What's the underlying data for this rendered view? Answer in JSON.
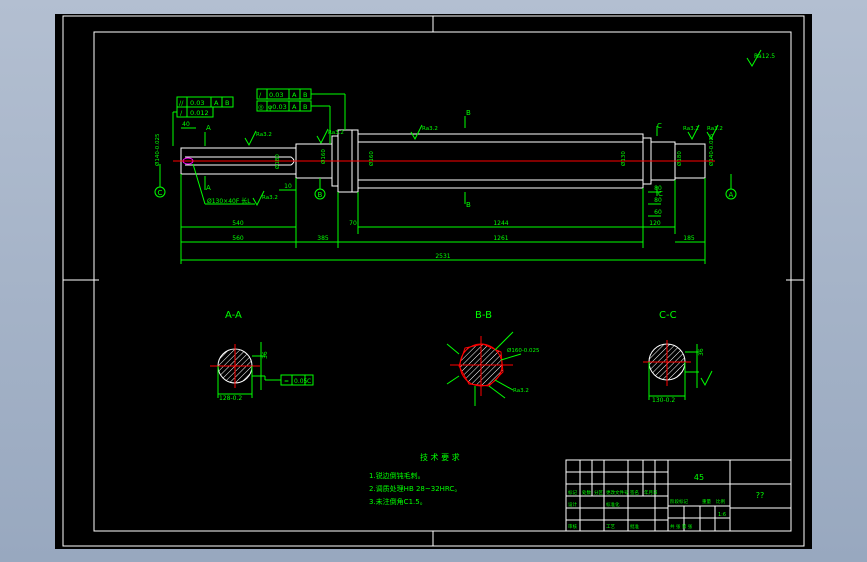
{
  "colors": {
    "background": "#000000",
    "frame": "#ffffff",
    "outline": "#ffffff",
    "dimension": "#00ff00",
    "centerline": "#ff0000",
    "hatch": "#ffffff",
    "text": "#00ff00"
  },
  "drawing": {
    "roughness_general": "Ra12.5",
    "sections": {
      "aa": "A-A",
      "bb": "B-B",
      "cc": "C-C"
    },
    "cut_labels": {
      "a": "A",
      "b": "B",
      "c": "C"
    },
    "datums": {
      "c_left": "C",
      "b_mid": "B",
      "a_right": "A"
    },
    "tolerance_frames": {
      "left_row1": [
        "//",
        "0.03",
        "A",
        "B"
      ],
      "left_row2": [
        "/",
        "0.012"
      ],
      "mid_row1": [
        "/",
        "0.03",
        "A",
        "B"
      ],
      "mid_row2": [
        "◎",
        "φ0.03",
        "A",
        "B"
      ],
      "aa_frame": [
        "=",
        "0.05",
        "C"
      ]
    },
    "dimensions": {
      "d540": "540",
      "d560": "560",
      "d385": "385",
      "d1244": "1244",
      "d1261": "1261",
      "d120": "120",
      "d185": "185",
      "d2531": "2531",
      "d10": "10",
      "d70": "70",
      "d40": "40",
      "d80a": "80",
      "d80b": "80",
      "d60": "60"
    },
    "callouts": {
      "keyway": "Ø130×40F 长L",
      "ra_left": "Ra3.2",
      "ra_keyway": "Ra3.2",
      "ra_mid_left": "Ra3.2",
      "ra_mid": "Ra3.2",
      "ra_right": "Ra3.2",
      "ra_right2": "Ra3.2",
      "dia_left": "Ø140-0.025",
      "dia_mid1": "Ø180",
      "dia_mid2": "Ø160",
      "dia_body": "Ø160",
      "dia_right1": "Ø130",
      "dia_right2": "Ø180",
      "dia_right_end": "Ø140-0.025",
      "hex_size": "Ø160-0.025",
      "aa_dim": "128-0.2",
      "cc_dim": "130-0.2",
      "aa_side": "36",
      "cc_side": "36"
    }
  },
  "notes": {
    "title": "技 术 要 求",
    "lines": [
      "1.锐边倒钝毛刺。",
      "2.调质处理HB 28~32HRC。",
      "3.未注倒角C1.5。"
    ]
  },
  "title_block": {
    "material": "45",
    "drawing_no": "??",
    "scale": "1:6",
    "labels": [
      "标记",
      "处数",
      "分区",
      "更改文件号",
      "签名",
      "年月日",
      "设计",
      "标准化",
      "阶段标记",
      "重量",
      "比例",
      "审核",
      "工艺",
      "批准",
      "共  张  第  张"
    ]
  }
}
